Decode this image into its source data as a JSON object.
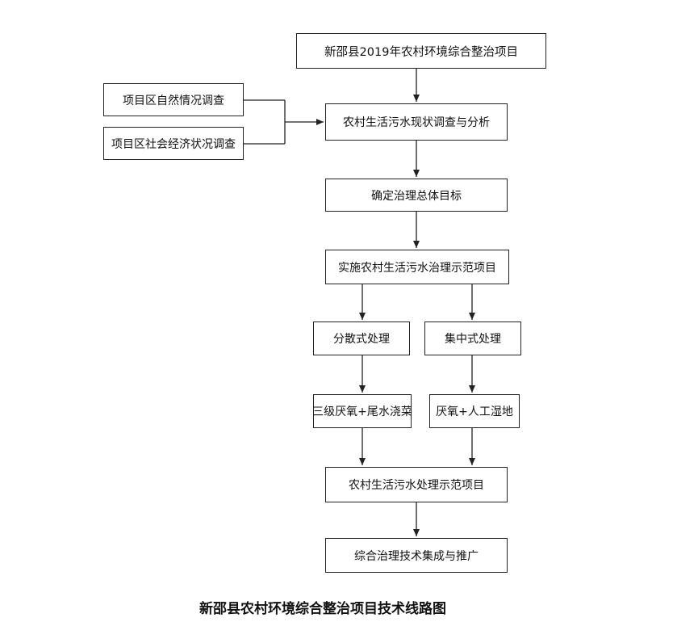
{
  "diagram": {
    "title_box": "新邵县2019年农村环境综合整治项目",
    "survey_natural": "项目区自然情况调查",
    "survey_socioeconomic": "项目区社会经济状况调查",
    "analysis": "农村生活污水现状调查与分析",
    "goal": "确定治理总体目标",
    "demonstration": "实施农村生活污水治理示范项目",
    "decentralized": "分散式处理",
    "centralized": "集中式处理",
    "decentralized_method": "三级厌氧+尾水浇菜",
    "centralized_method": "厌氧+人工湿地",
    "treatment_project": "农村生活污水处理示范项目",
    "promotion": "综合治理技术集成与推广"
  },
  "caption": "新邵县农村环境综合整治项目技术线路图"
}
